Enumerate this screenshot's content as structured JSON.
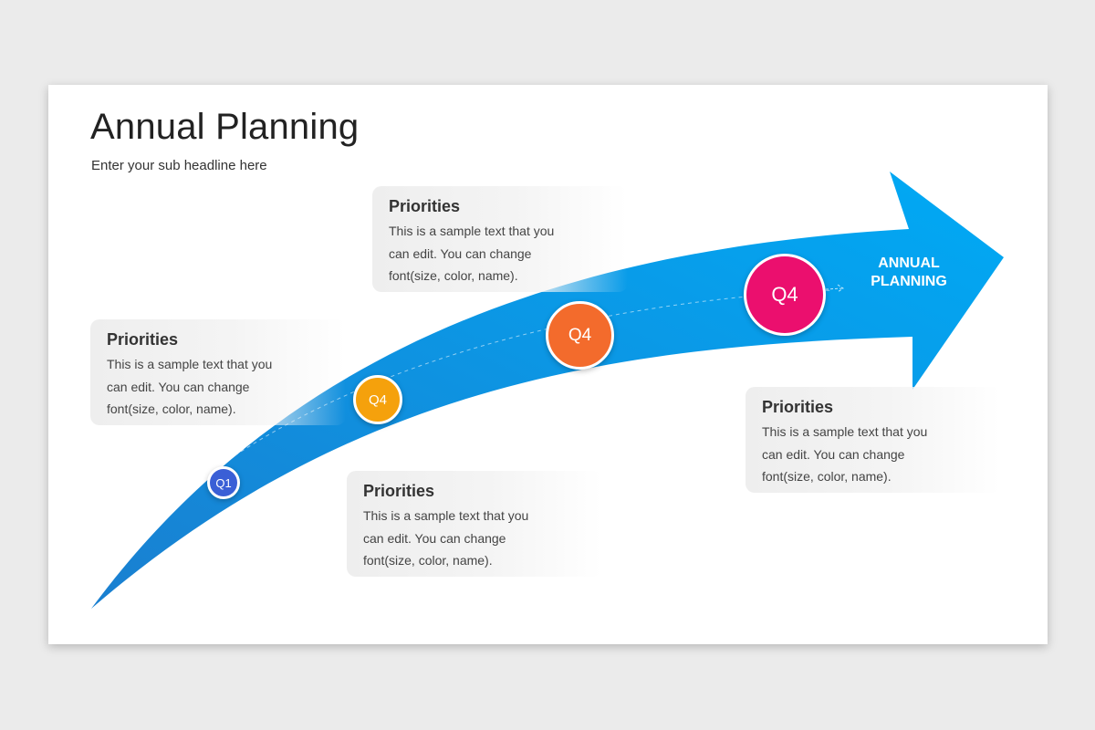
{
  "slide": {
    "title": "Annual Planning",
    "subtitle": "Enter your sub headline here"
  },
  "arrow": {
    "label_line1": "ANNUAL",
    "label_line2": "PLANNING",
    "color_start": "#1a7fd0",
    "color_end": "#00aaf5"
  },
  "milestones": [
    {
      "label": "Q1",
      "color": "#3a5fd6"
    },
    {
      "label": "Q4",
      "color": "#f5a10c"
    },
    {
      "label": "Q4",
      "color": "#f36b2c"
    },
    {
      "label": "Q4",
      "color": "#eb0f6e"
    }
  ],
  "cards": [
    {
      "title": "Priorities",
      "text": "This is a sample text that you can edit. You can change font(size, color, name)."
    },
    {
      "title": "Priorities",
      "text": "This is a sample text that you can edit. You can change font(size, color, name)."
    },
    {
      "title": "Priorities",
      "text": "This is a sample text that you can edit. You can change font(size, color, name)."
    },
    {
      "title": "Priorities",
      "text": "This is a sample text that you can edit. You can change font(size, color, name)."
    }
  ]
}
